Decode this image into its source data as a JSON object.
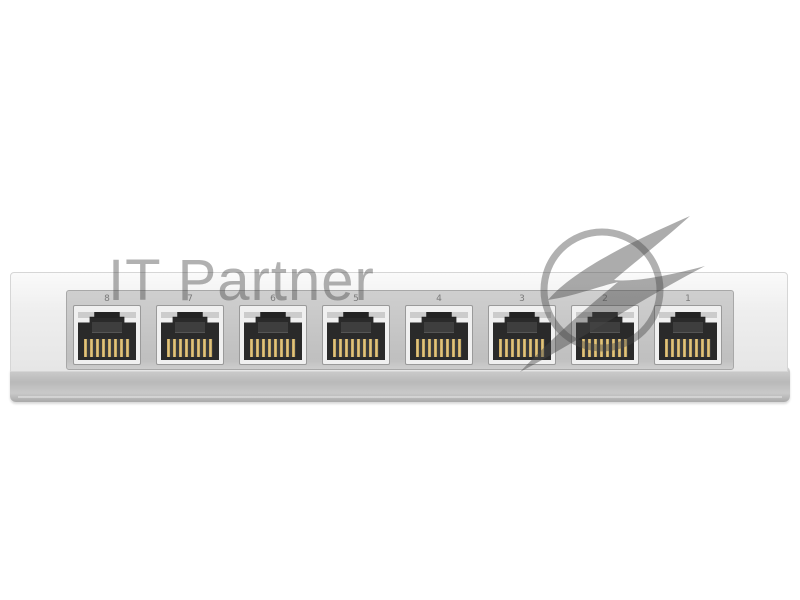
{
  "device": {
    "ports": [
      {
        "number": "8"
      },
      {
        "number": "7"
      },
      {
        "number": "6"
      },
      {
        "number": "5"
      },
      {
        "number": "4"
      },
      {
        "number": "3"
      },
      {
        "number": "2"
      },
      {
        "number": "1"
      }
    ]
  },
  "watermark": {
    "text": "IT Partner"
  },
  "colors": {
    "background": "#ffffff",
    "chassis": "#eeeeee",
    "base": "#bfbfbf",
    "socket": "#2a2a2a",
    "pins": "#c9a45a"
  }
}
